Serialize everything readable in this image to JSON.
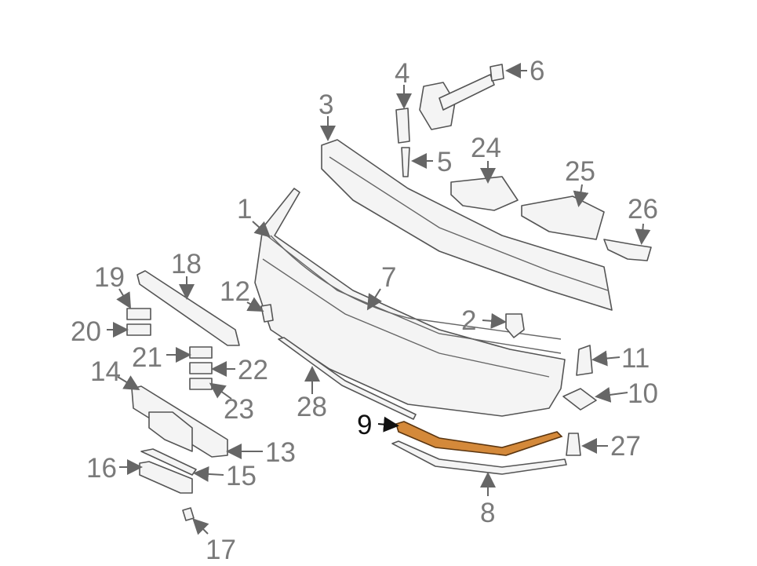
{
  "diagram": {
    "highlighted_part": "9",
    "highlight_color": "#d4893a",
    "labels": {
      "1": "1",
      "2": "2",
      "3": "3",
      "4": "4",
      "5": "5",
      "6": "6",
      "7": "7",
      "8": "8",
      "9": "9",
      "10": "10",
      "11": "11",
      "12": "12",
      "13": "13",
      "14": "14",
      "15": "15",
      "16": "16",
      "17": "17",
      "18": "18",
      "19": "19",
      "20": "20",
      "21": "21",
      "22": "22",
      "23": "23",
      "24": "24",
      "25": "25",
      "26": "26",
      "27": "27",
      "28": "28"
    }
  }
}
